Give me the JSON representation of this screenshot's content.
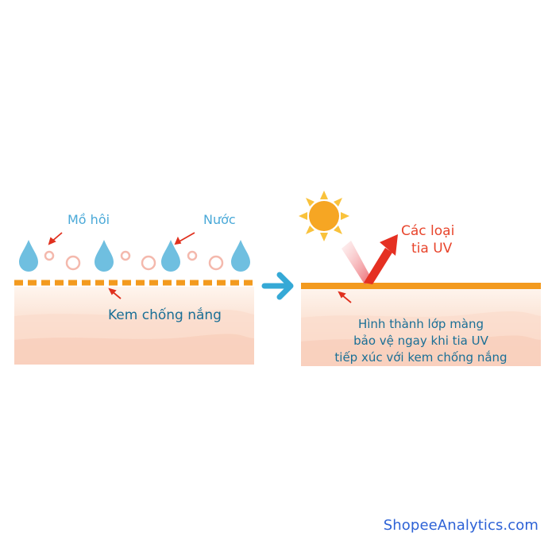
{
  "left_panel": {
    "label_sweat": "Mồ hôi",
    "label_water": "Nước",
    "label_sunscreen": "Kem chống nắng"
  },
  "right_panel": {
    "label_uv_line1": "Các loại",
    "label_uv_line2": "tia UV",
    "caption_line1": "Hình thành lớp màng",
    "caption_line2": "bảo vệ ngay khi tia UV",
    "caption_line3": "tiếp xúc với kem chống nắng"
  },
  "watermark": "ShopeeAnalytics.com",
  "colors": {
    "sunscreen_layer": "#f39a1e",
    "skin_top": "#fdf0e7",
    "skin_mid": "#fbe1d2",
    "skin_bottom": "#f8d1bf",
    "water_drop": "#6fbfe0",
    "bubble": "#f4b9ad",
    "arrow_flow": "#35a9d6",
    "pointer_arrow": "#e0301e",
    "uv_ray": "#e53022",
    "sun": "#f8b427",
    "watermark": "#2d62d6"
  }
}
